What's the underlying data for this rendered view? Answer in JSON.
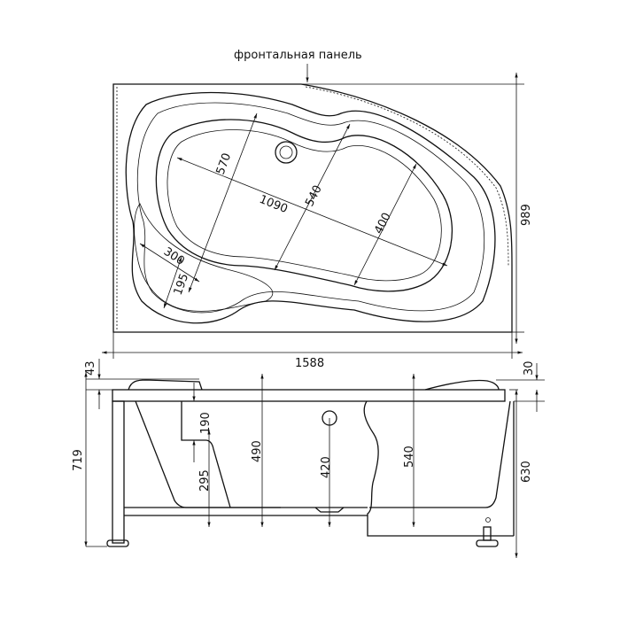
{
  "top_view": {
    "front_panel_label": "фронтальная панель",
    "dimensions": {
      "d570": "570",
      "d1090": "1090",
      "d540": "540",
      "d400": "400",
      "d300": "300",
      "d195": "195",
      "depth": "989",
      "length": "1588"
    }
  },
  "front_view": {
    "dimensions": {
      "d43": "43",
      "d30": "30",
      "d719": "719",
      "d190": "190",
      "d295": "295",
      "d490": "490",
      "d420": "420",
      "d540": "540",
      "d630": "630"
    }
  }
}
